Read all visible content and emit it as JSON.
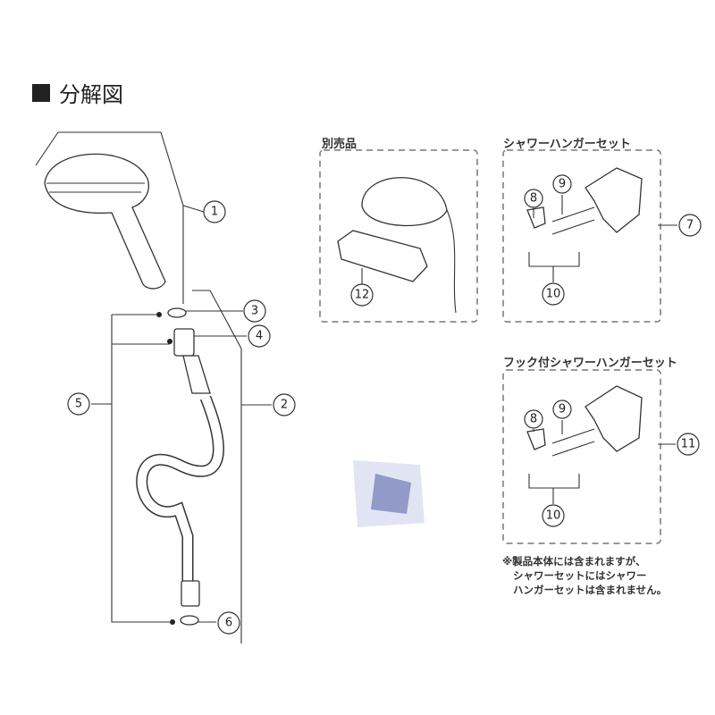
{
  "title": "分解図",
  "sections": {
    "sold_separately": "別売品",
    "hanger_set": "シャワーハンガーセット",
    "hook_hanger_set": "フック付シャワーハンガーセット"
  },
  "note": {
    "line1": "※製品本体には含まれますが、",
    "line2": "シャワーセットにはシャワー",
    "line3": "ハンガーセットは含まれません。"
  },
  "callouts": {
    "c1": "1",
    "c2": "2",
    "c3": "3",
    "c4": "4",
    "c5": "5",
    "c6": "6",
    "c7": "7",
    "c8": "8",
    "c9": "9",
    "c10": "10",
    "c11": "11",
    "c12": "12"
  }
}
